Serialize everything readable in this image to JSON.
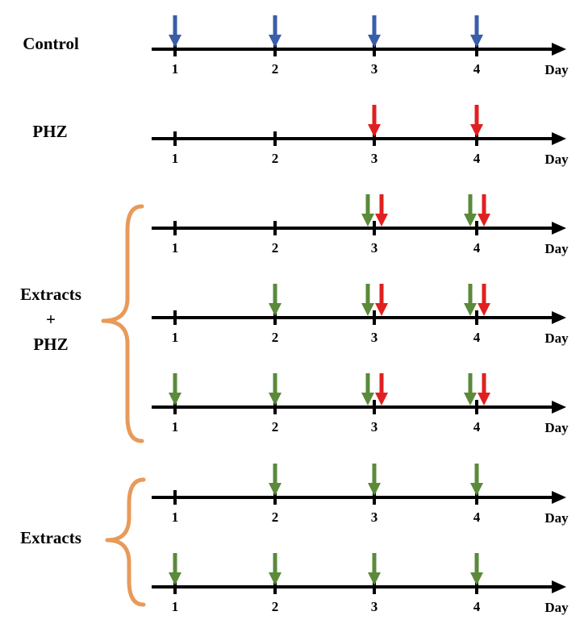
{
  "groups": [
    {
      "id": "control",
      "label_lines": [
        "Control"
      ]
    },
    {
      "id": "phz",
      "label_lines": [
        "PHZ"
      ]
    },
    {
      "id": "extracts-phz",
      "label_lines": [
        "Extracts",
        "+",
        "PHZ"
      ]
    },
    {
      "id": "extracts",
      "label_lines": [
        "Extracts"
      ]
    }
  ],
  "axis_unit": "Day",
  "days": [
    "1",
    "2",
    "3",
    "4"
  ],
  "colors": {
    "control_arrow": "#3a5ea8",
    "phz_arrow": "#e02020",
    "extract_arrow": "#5a8a3a",
    "brace": "#e89a5a",
    "axis": "#000000"
  },
  "timelines": [
    {
      "group": "control",
      "doses": [
        {
          "day": 1,
          "agent": "control"
        },
        {
          "day": 2,
          "agent": "control"
        },
        {
          "day": 3,
          "agent": "control"
        },
        {
          "day": 4,
          "agent": "control"
        }
      ]
    },
    {
      "group": "phz",
      "doses": [
        {
          "day": 3,
          "agent": "phz"
        },
        {
          "day": 4,
          "agent": "phz"
        }
      ]
    },
    {
      "group": "extracts-phz",
      "doses": [
        {
          "day": 3,
          "agent": "extract"
        },
        {
          "day": 3,
          "agent": "phz"
        },
        {
          "day": 4,
          "agent": "extract"
        },
        {
          "day": 4,
          "agent": "phz"
        }
      ]
    },
    {
      "group": "extracts-phz",
      "doses": [
        {
          "day": 2,
          "agent": "extract"
        },
        {
          "day": 3,
          "agent": "extract"
        },
        {
          "day": 3,
          "agent": "phz"
        },
        {
          "day": 4,
          "agent": "extract"
        },
        {
          "day": 4,
          "agent": "phz"
        }
      ]
    },
    {
      "group": "extracts-phz",
      "doses": [
        {
          "day": 1,
          "agent": "extract"
        },
        {
          "day": 2,
          "agent": "extract"
        },
        {
          "day": 3,
          "agent": "extract"
        },
        {
          "day": 3,
          "agent": "phz"
        },
        {
          "day": 4,
          "agent": "extract"
        },
        {
          "day": 4,
          "agent": "phz"
        }
      ]
    },
    {
      "group": "extracts",
      "doses": [
        {
          "day": 2,
          "agent": "extract"
        },
        {
          "day": 3,
          "agent": "extract"
        },
        {
          "day": 4,
          "agent": "extract"
        }
      ]
    },
    {
      "group": "extracts",
      "doses": [
        {
          "day": 1,
          "agent": "extract"
        },
        {
          "day": 2,
          "agent": "extract"
        },
        {
          "day": 3,
          "agent": "extract"
        },
        {
          "day": 4,
          "agent": "extract"
        }
      ]
    }
  ]
}
